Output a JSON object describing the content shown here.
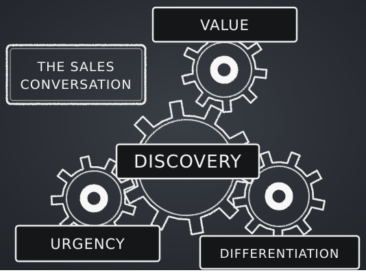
{
  "slide": {
    "title_box": {
      "line1": "THE SALES",
      "line2": "CONVERSATION"
    },
    "center_label": "DISCOVERY",
    "labels": {
      "value": "VALUE",
      "urgency": "URGENCY",
      "differentiation": "DIFFERENTIATION"
    },
    "colors": {
      "board": "#2b2f35",
      "chalk": "#f2f2f2",
      "label_fill": "#141618"
    }
  }
}
